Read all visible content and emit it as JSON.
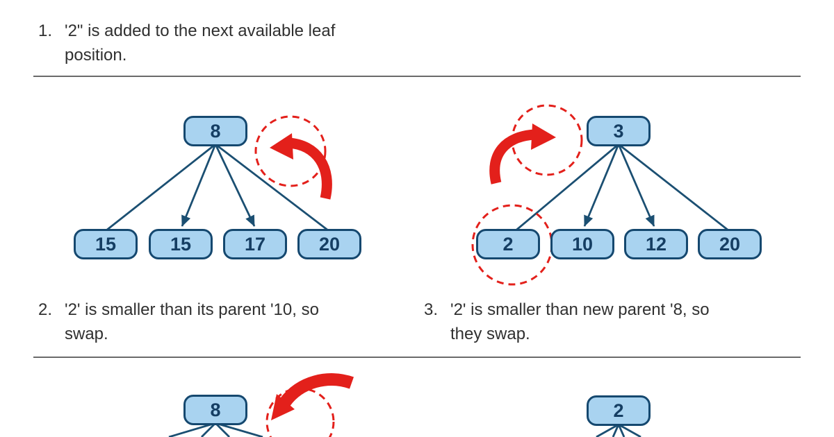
{
  "steps": [
    {
      "number": "1.",
      "text": "'2\"  is added to the next available leaf\nposition."
    },
    {
      "number": "2.",
      "text": "'2'  is smaller than its parent '10, so\nswap."
    },
    {
      "number": "3.",
      "text": "'2' is smaller than new parent '8, so\nthey swap."
    }
  ],
  "trees": [
    {
      "id": "step1-left-tree",
      "root": "8",
      "leaves": [
        "15",
        "15",
        "17",
        "20"
      ]
    },
    {
      "id": "step1-right-tree",
      "root": "3",
      "leaves": [
        "2",
        "10",
        "12",
        "20"
      ]
    },
    {
      "id": "step2-tree-partial",
      "root": "8",
      "leaves": []
    },
    {
      "id": "step3-tree-partial",
      "root": "2",
      "leaves": []
    }
  ],
  "colors": {
    "background": "#ffffff",
    "node_fill": "#a9d3f0",
    "node_border": "#15486f",
    "node_text": "#153e63",
    "edge": "#1b4f72",
    "highlight": "#e3201b",
    "divider": "#6a6a6a",
    "text": "#303030"
  }
}
